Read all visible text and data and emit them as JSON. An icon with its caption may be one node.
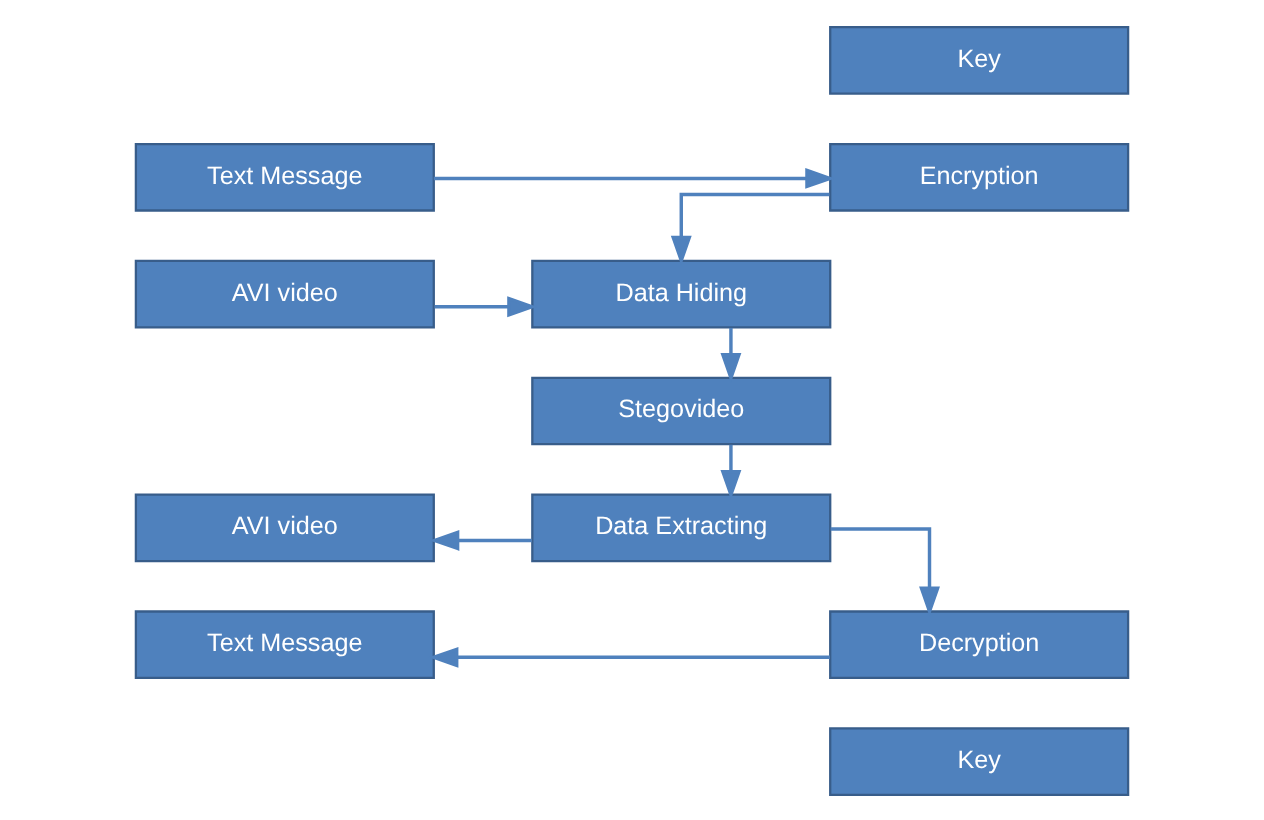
{
  "diagram": {
    "nodes": [
      {
        "text": [
          "Key"
        ]
      },
      {
        "text": [
          "Text Message"
        ]
      },
      {
        "text": [
          "Encryption"
        ]
      },
      {
        "text": [
          "AVI video"
        ]
      },
      {
        "text": [
          "Data Hiding"
        ]
      },
      {
        "text": [
          "Stegovideo"
        ]
      },
      {
        "text": [
          "AVI video"
        ]
      },
      {
        "text": [
          "Data Extracting"
        ]
      },
      {
        "text": [
          "Text Message"
        ]
      },
      {
        "text": [
          "Decryption"
        ]
      },
      {
        "text": [
          "Key"
        ]
      }
    ],
    "edges": [
      {
        "from": 1,
        "to": 2,
        "arrow": "to"
      },
      {
        "from": 2,
        "to": 4,
        "arrow": "to"
      },
      {
        "from": 3,
        "to": 4,
        "arrow": "to"
      },
      {
        "from": 4,
        "to": 5,
        "arrow": "to"
      },
      {
        "from": 5,
        "to": 7,
        "arrow": "to"
      },
      {
        "from": 7,
        "to": 6,
        "arrow": "to"
      },
      {
        "from": 7,
        "to": 9,
        "arrow": "to"
      },
      {
        "from": 9,
        "to": 8,
        "arrow": "to"
      }
    ]
  }
}
